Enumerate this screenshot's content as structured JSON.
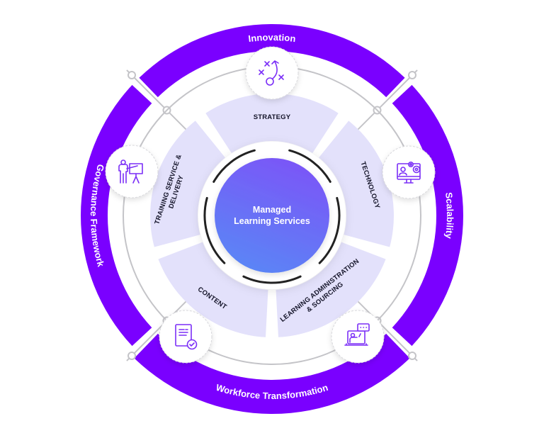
{
  "diagram": {
    "title": "Managed Learning Services",
    "center": {
      "line1": "Managed",
      "line2": "Learning Services"
    },
    "outer_bands": [
      {
        "label": "Innovation",
        "position": "top"
      },
      {
        "label": "Scalability",
        "position": "right"
      },
      {
        "label": "Workforce Transformation",
        "position": "bottom"
      },
      {
        "label": "Governance Framework",
        "position": "left"
      }
    ],
    "segments": [
      {
        "label_lines": [
          "STRATEGY"
        ],
        "position": "top",
        "icon": "strategy-play-icon"
      },
      {
        "label_lines": [
          "TECHNOLOGY"
        ],
        "position": "right",
        "icon": "monitor-gears-icon"
      },
      {
        "label_lines": [
          "LEARNING ADMINISTRATION",
          "& SOURCING"
        ],
        "position": "bottom-right",
        "icon": "laptop-chat-instructor-icon"
      },
      {
        "label_lines": [
          "CONTENT"
        ],
        "position": "bottom-left",
        "icon": "document-check-icon"
      },
      {
        "label_lines": [
          "TRAINING SERVICE &",
          "DELIVERY"
        ],
        "position": "left",
        "icon": "presenter-board-icon"
      }
    ],
    "colors": {
      "band": "#7a00ff",
      "segment_fill": "#e3e1fb",
      "icon_stroke": "#7b2ff7",
      "center_gradient_start": "#7b55f7",
      "center_gradient_end": "#5a86f6",
      "ring_line": "#c4c4c8",
      "inner_arc": "#222222",
      "segment_text": "#15152a"
    }
  }
}
